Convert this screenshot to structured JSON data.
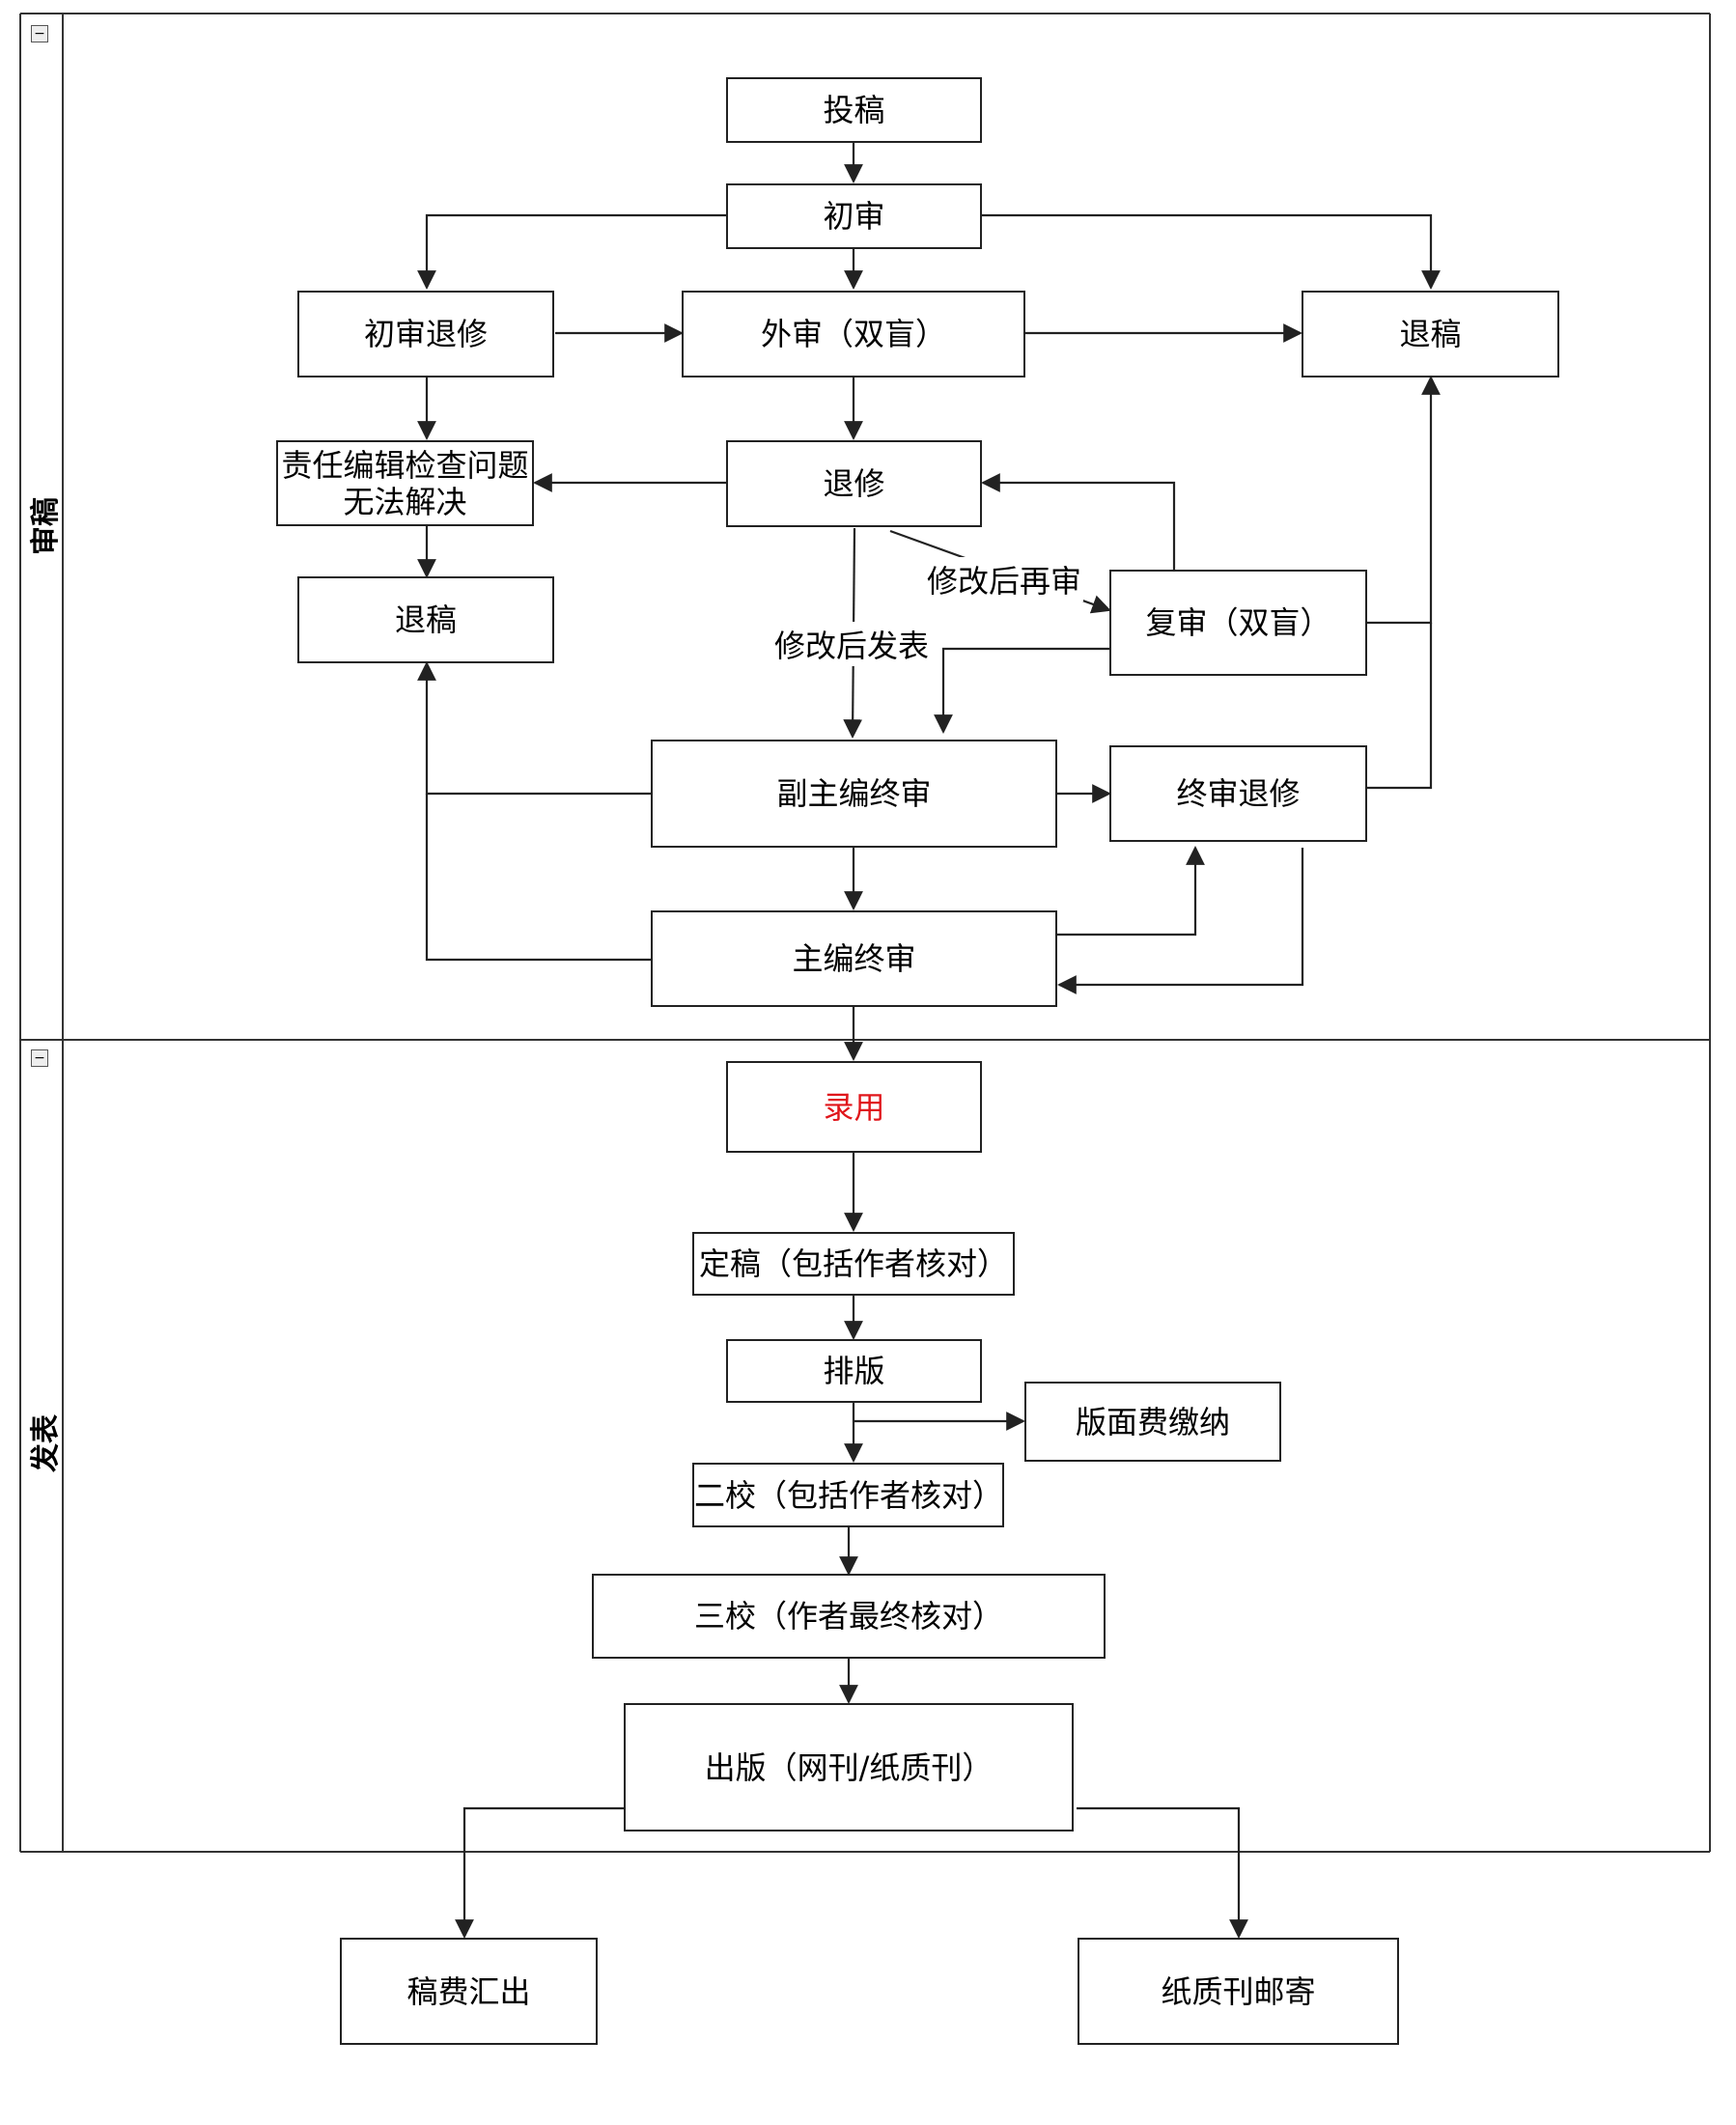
{
  "lanes": [
    {
      "id": "review",
      "label": "审稿"
    },
    {
      "id": "publish",
      "label": "发表"
    }
  ],
  "collapse_glyph": "−",
  "nodes": {
    "submit": "投稿",
    "initial_review": "初审",
    "initial_revise": "初审退修",
    "external_review": "外审（双盲）",
    "reject_1": "退稿",
    "editor_check": "责任编辑检查问题\n无法解决",
    "revise": "退修",
    "reject_2": "退稿",
    "re_review": "复审（双盲）",
    "deputy_final": "副主编终审",
    "final_revise": "终审退修",
    "chief_final": "主编终审",
    "accept": "录用",
    "finalize": "定稿（包括作者核对）",
    "typeset": "排版",
    "page_fee": "版面费缴纳",
    "proof_2": "二校（包括作者核对）",
    "proof_3": "三校（作者最终核对）",
    "publish": "出版（网刊/纸质刊）",
    "royalty": "稿费汇出",
    "mail": "纸质刊邮寄"
  },
  "edge_labels": {
    "re_review_after_revise": "修改后再审",
    "publish_after_revise": "修改后发表"
  },
  "colors": {
    "accepted_text": "#e0161b",
    "stroke": "#222222"
  }
}
